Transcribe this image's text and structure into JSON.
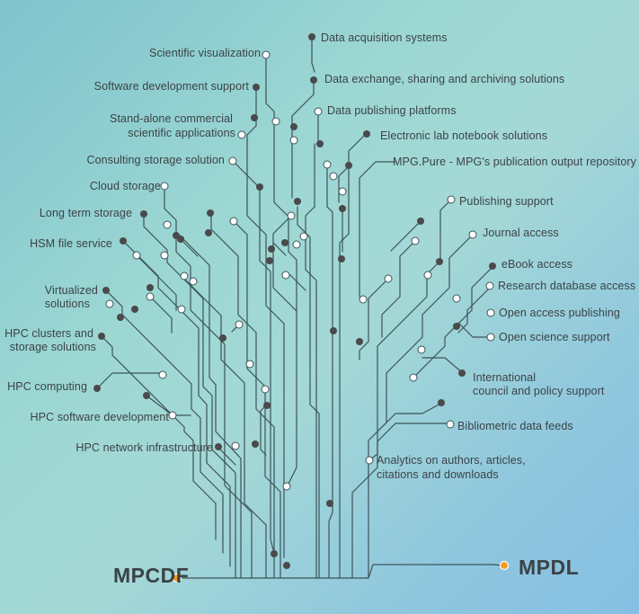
{
  "roots": {
    "left": "MPCDF",
    "right": "MPDL"
  },
  "colors": {
    "wire": "#3c5358",
    "dot_dark": "#4a4a4a",
    "dot_light": "#ffffff",
    "root_dot": "#f39a1e",
    "text": "#3c4246"
  },
  "labels": {
    "data_acquisition": "Data acquisition systems",
    "scientific_visualization": "Scientific visualization",
    "data_exchange": "Data exchange, sharing and archiving solutions",
    "software_development_support": "Software development support",
    "data_publishing": "Data publishing platforms",
    "standalone_1": "Stand-alone commercial",
    "standalone_2": "scientific applications",
    "electronic_lab_notebook": "Electronic lab notebook solutions",
    "consulting_storage": "Consulting storage solution",
    "mpg_pure": "MPG.Pure - MPG's publication output repository",
    "cloud_storage": "Cloud storage",
    "publishing_support": "Publishing support",
    "long_term_storage": "Long term storage",
    "journal_access": "Journal access",
    "hsm_file_service": "HSM file service",
    "ebook_access": "eBook access",
    "virtualized_1": "Virtualized",
    "virtualized_2": "solutions",
    "research_database_access": "Research database access",
    "open_access_publishing": "Open access publishing",
    "hpc_clusters_1": "HPC clusters and",
    "hpc_clusters_2": "storage solutions",
    "open_science_support": "Open science support",
    "international_1": "International",
    "international_2": "council and policy support",
    "hpc_computing": "HPC computing",
    "hpc_software_development": "HPC software development",
    "bibliometric_data_feeds": "Bibliometric data feeds",
    "hpc_network_infrastructure": "HPC network infrastructure",
    "analytics_1": "Analytics on authors, articles,",
    "analytics_2": "citations and downloads"
  }
}
